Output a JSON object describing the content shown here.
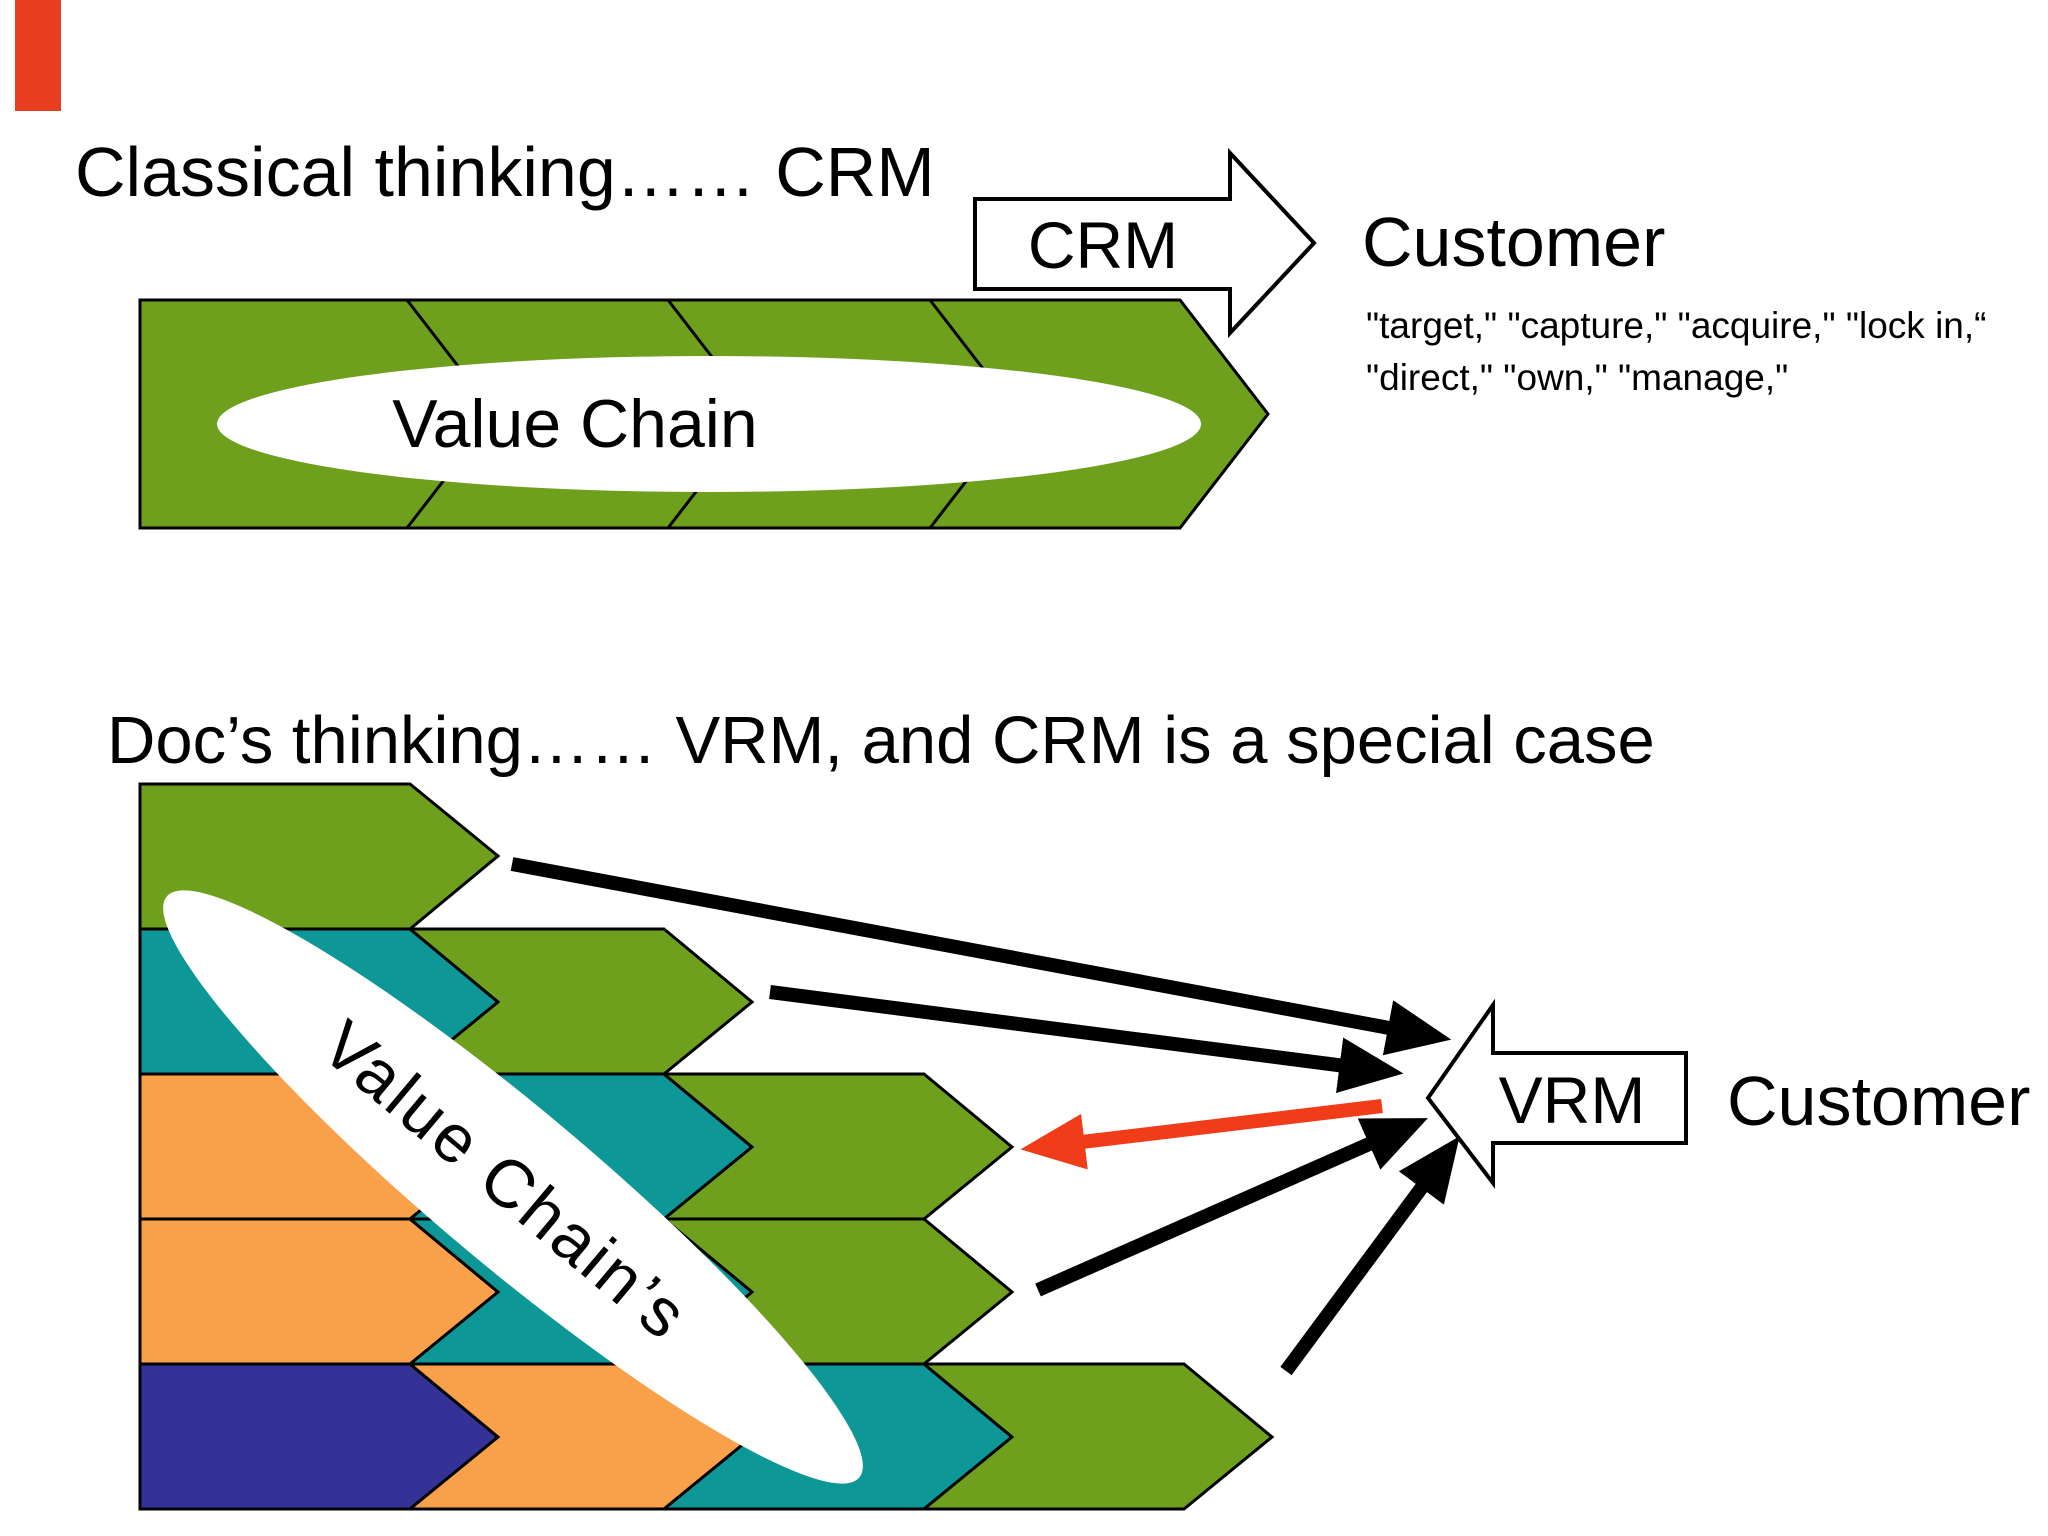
{
  "colors": {
    "green": "#6EA01E",
    "teal": "#0D9797",
    "orange": "#F9A04A",
    "blue": "#343197",
    "red": "#F03C19",
    "red_bar": "#E73D20",
    "black": "#000000",
    "white": "#FFFFFF"
  },
  "top": {
    "title": "Classical thinking…… CRM",
    "chain_label": "Value Chain",
    "arrow_label": "CRM",
    "customer_label": "Customer",
    "quote_line1": "\"target,\" \"capture,\" \"acquire,\" \"lock in,“",
    "quote_line2": "\"direct,\" \"own,\" \"manage,\""
  },
  "bottom": {
    "title": "Doc’s thinking…… VRM, and CRM is a special case",
    "chain_label": "Value Chain’s",
    "arrow_label": "VRM",
    "customer_label": "Customer"
  }
}
